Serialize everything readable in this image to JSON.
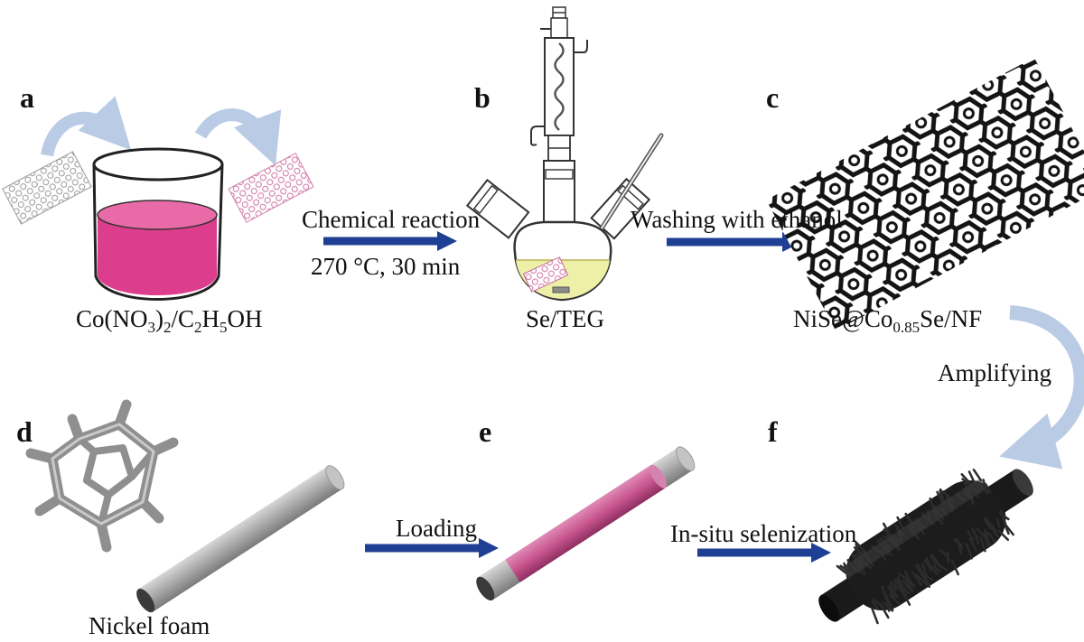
{
  "panels": {
    "a": "a",
    "b": "b",
    "c": "c",
    "d": "d",
    "e": "e",
    "f": "f"
  },
  "labels": {
    "a": {
      "p1": "Co(NO",
      "s1": "3",
      "p2": ")",
      "s2": "2",
      "p3": "/C",
      "s3": "2",
      "p4": "H",
      "s4": "5",
      "p5": "OH"
    },
    "b": "Se/TEG",
    "c": {
      "p1": "NiSe@Co",
      "s1": "0.85",
      "p2": "Se/NF"
    },
    "d": "Nickel foam"
  },
  "arrows": {
    "ab_top": "Chemical reaction",
    "ab_bottom": "270 °C, 30 min",
    "bc": "Washing with ethanol",
    "cf": "Amplifying",
    "de": "Loading",
    "ef": "In-situ selenization"
  },
  "colors": {
    "arrow": "#1f3f95",
    "curved_arrow": "#b9cbe5",
    "solution": "#dc3d8c",
    "rod_gray": "#a8a8a8",
    "rod_pink": "#c8568f",
    "flask_liquid": "#eef0a8",
    "foam_black": "#141414",
    "foam_gray": "#9a9a9a"
  }
}
